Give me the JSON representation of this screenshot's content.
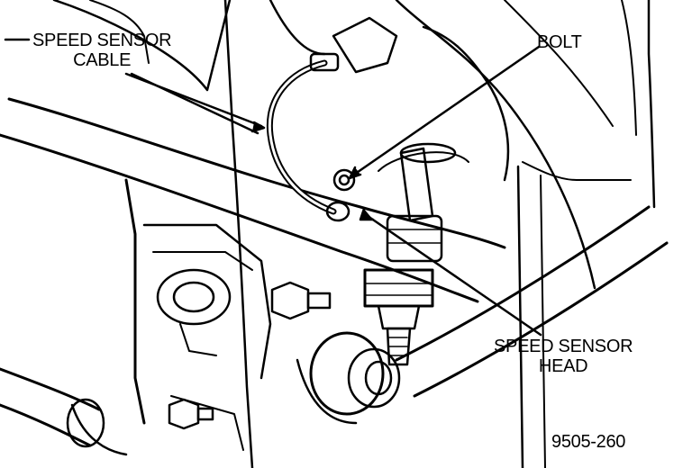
{
  "labels": {
    "speed_sensor_cable": [
      "SPEED SENSOR",
      "CABLE"
    ],
    "bolt": "BOLT",
    "speed_sensor_head": [
      "SPEED SENSOR",
      "HEAD"
    ],
    "figure_number": "9505-260"
  },
  "colors": {
    "ink": "#000000",
    "paper": "#ffffff",
    "shade": "#9a9a9a"
  }
}
